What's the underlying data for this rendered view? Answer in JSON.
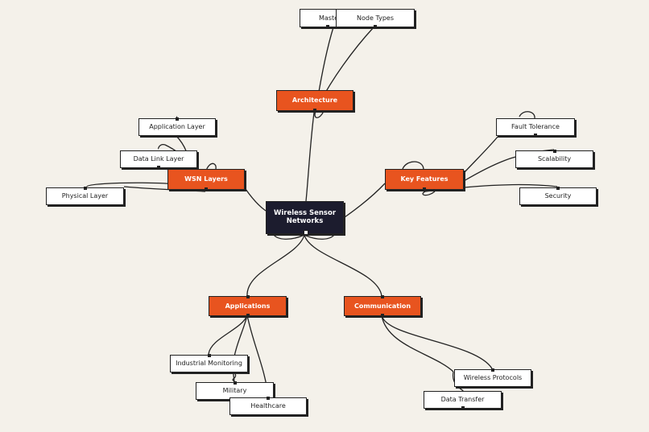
{
  "nodes": {
    "root": "Wireless Sensor Networks",
    "architecture": "Architecture",
    "master": "Maste",
    "node_types": "Node Types",
    "wsn_layers": "WSN Layers",
    "application_layer": "Application Layer",
    "data_link_layer": "Data Link Layer",
    "physical_layer": "Physical Layer",
    "key_features": "Key Features",
    "fault_tolerance": "Fault Tolerance",
    "scalability": "Scalability",
    "security": "Security",
    "applications": "Applications",
    "industrial_monitoring": "Industrial Monitoring",
    "military": "Military",
    "healthcare": "Healthcare",
    "communication": "Communication",
    "wireless_protocols": "Wireless Protocols",
    "data_transfer": "Data Transfer"
  },
  "colors": {
    "background": "#f4f1ea",
    "branch": "#e8541f",
    "root": "#1c1c2e",
    "leaf": "#ffffff",
    "edge": "#222222"
  }
}
